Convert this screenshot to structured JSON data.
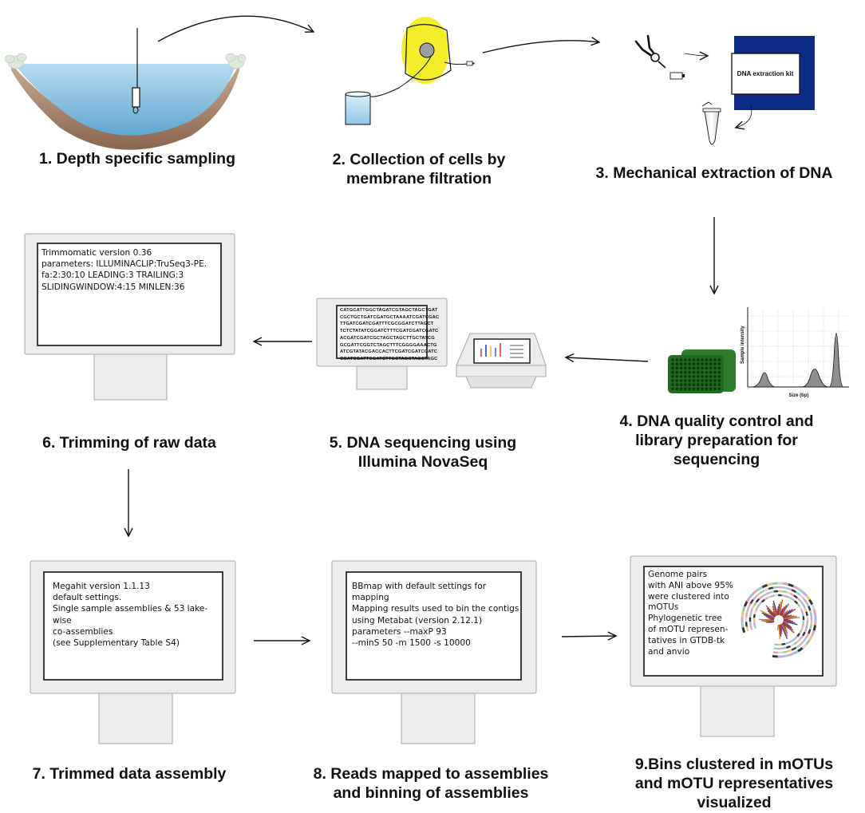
{
  "steps": {
    "s1": "1. Depth specific sampling",
    "s2": "2. Collection of cells by\nmembrane filtration",
    "s3": "3. Mechanical extraction of DNA",
    "s4": "4. DNA quality control and\nlibrary preparation for\nsequencing",
    "s5": "5. DNA sequencing using\nIllumina NovaSeq",
    "s6": "6. Trimming of raw data",
    "s7": "7. Trimmed data assembly",
    "s8": "8. Reads mapped to assemblies\nand binning of assemblies",
    "s9": "9.Bins clustered in mOTUs\nand mOTU representatives\nvisualized"
  },
  "kit_label": "DNA extraction kit",
  "electropherogram": {
    "ylabel": "Sample intensity",
    "xlabel": "Size (bp)"
  },
  "monitors": {
    "trimmomatic": "Trimmomatic version 0.36\nparameters: ILLUMINACLIP:TruSeq3-PE.\nfa:2:30:10 LEADING:3 TRAILING:3\nSLIDINGWINDOW:4:15 MINLEN:36",
    "megahit": "Megahit version 1.1.13\ndefault settings.\nSingle sample assemblies & 53 lake-wise\nco-assemblies\n(see Supplementary Table S4)",
    "bbmap": "BBmap with default settings for mapping\nMapping results used to bin the contigs\nusing Metabat (version 2.12.1)\nparameters --maxP 93\n--minS 50 -m 1500  -s 10000",
    "motu": "Genome pairs\nwith ANI above 95%\nwere clustered into\nmOTUs\nPhylogenetic tree\nof mOTU represen-\ntatives in GTDB-tk\nand anvio"
  },
  "sequence_text": "CATGCATTGGCTAGATCGTAGCTAGCTGAT\nCGCTGCTGATCGATGCTAAAATCGATCGAC\nTTGATCGATCGATTTCGCGGATCTTAGCT\nTCTCTATATCGGATCTTTCGATCGATCGATC\nACGATCGATCGCTAGCTAGCTTGCTATCG\nGCGATTCGGTCTAGCTTTCGGGGAAACTG\nATCGTATACGACCACTTCGATCGATCGATC\nCGATCGATTCGATCTTGCTAGCTAGCTAGC",
  "colors": {
    "filter_yellow": "#f2ee2a",
    "plate_green": "#1f7a1f",
    "kit_blue": "#0c2a88",
    "monitor_grey": "#ececec"
  }
}
